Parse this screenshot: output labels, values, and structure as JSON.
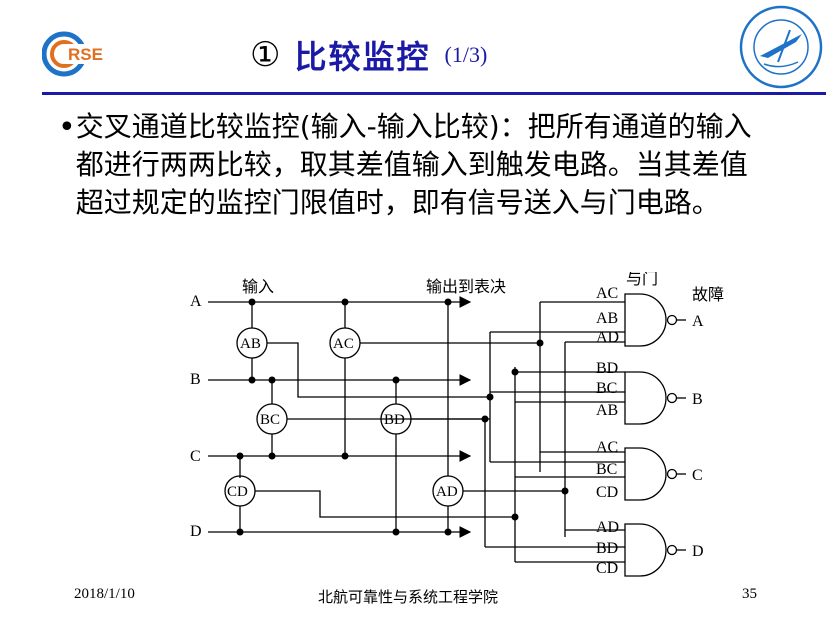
{
  "title": {
    "num": "①",
    "main": "比较监控",
    "page": "(1/3)"
  },
  "logo_left": {
    "text": "RSE"
  },
  "bullet": "•",
  "paragraph": "交叉通道比较监控(输入-输入比较)：把所有通道的输入都进行两两比较，取其差值输入到触发电路。当其差值超过规定的监控门限值时，即有信号送入与门电路。",
  "diagram": {
    "label_input": "输入",
    "label_output": "输出到表决",
    "label_andgate": "与门",
    "label_fault": "故障",
    "channels": [
      "A",
      "B",
      "C",
      "D"
    ],
    "comparators": [
      "AB",
      "AC",
      "BC",
      "BD",
      "CD",
      "AD"
    ],
    "gates": [
      {
        "inputs": [
          "AC",
          "AB",
          "AD"
        ],
        "output": "A"
      },
      {
        "inputs": [
          "BD",
          "BC",
          "AB"
        ],
        "output": "B"
      },
      {
        "inputs": [
          "AC",
          "BC",
          "CD"
        ],
        "output": "C"
      },
      {
        "inputs": [
          "AD",
          "BD",
          "CD"
        ],
        "output": "D"
      }
    ]
  },
  "footer": {
    "date": "2018/1/10",
    "org": "北航可靠性与系统工程学院",
    "page": "35"
  },
  "colors": {
    "accent": "#1a1aa6",
    "logo": "#1e73c8",
    "logo_text": "#e07020"
  }
}
